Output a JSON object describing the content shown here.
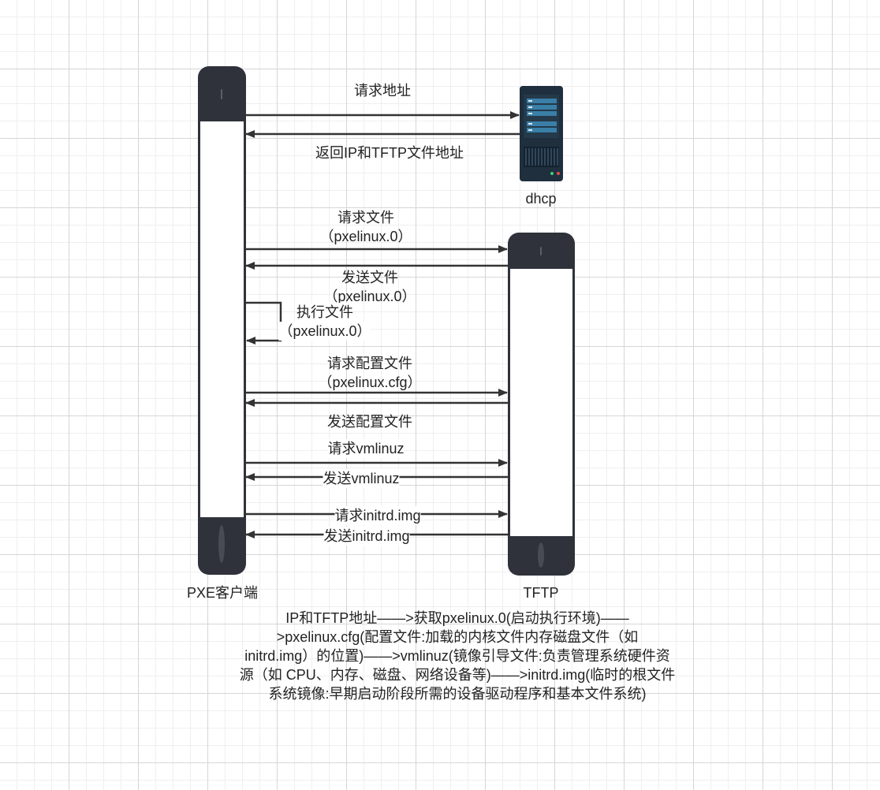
{
  "lifelines": {
    "client": "PXE客户端",
    "dhcp": "dhcp",
    "tftp": "TFTP"
  },
  "messages": {
    "m1": "请求地址",
    "m2": "返回IP和TFTP文件地址",
    "m3_line1": "请求文件",
    "m3_line2": "（pxelinux.0）",
    "m4_line1": "发送文件",
    "m4_line2": "（pxelinux.0）",
    "m5_line1": "执行文件",
    "m5_line2": "（pxelinux.0）",
    "m6_line1": "请求配置文件",
    "m6_line2": "（pxelinux.cfg）",
    "m7": "发送配置文件",
    "m8": "请求vmlinuz",
    "m9": "发送vmlinuz",
    "m10": "请求initrd.img",
    "m11": "发送initrd.img"
  },
  "caption": {
    "line1": "IP和TFTP地址——>获取pxelinux.0(启动执行环境)——",
    "line2": ">pxelinux.cfg(配置文件:加载的内核文件内存磁盘文件（如",
    "line3": "initrd.img）的位置)——>vmlinuz(镜像引导文件:负责管理系统硬件资",
    "line4": "源（如 CPU、内存、磁盘、网络设备等)——>initrd.img(临时的根文件",
    "line5": "系统镜像:早期启动阶段所需的设备驱动程序和基本文件系统)"
  },
  "colors": {
    "device_body": "#2f323a",
    "screen": "#ffffff",
    "server_body": "#1f2f3d",
    "server_panel": "#3a7fa8",
    "arrow": "#333333"
  }
}
